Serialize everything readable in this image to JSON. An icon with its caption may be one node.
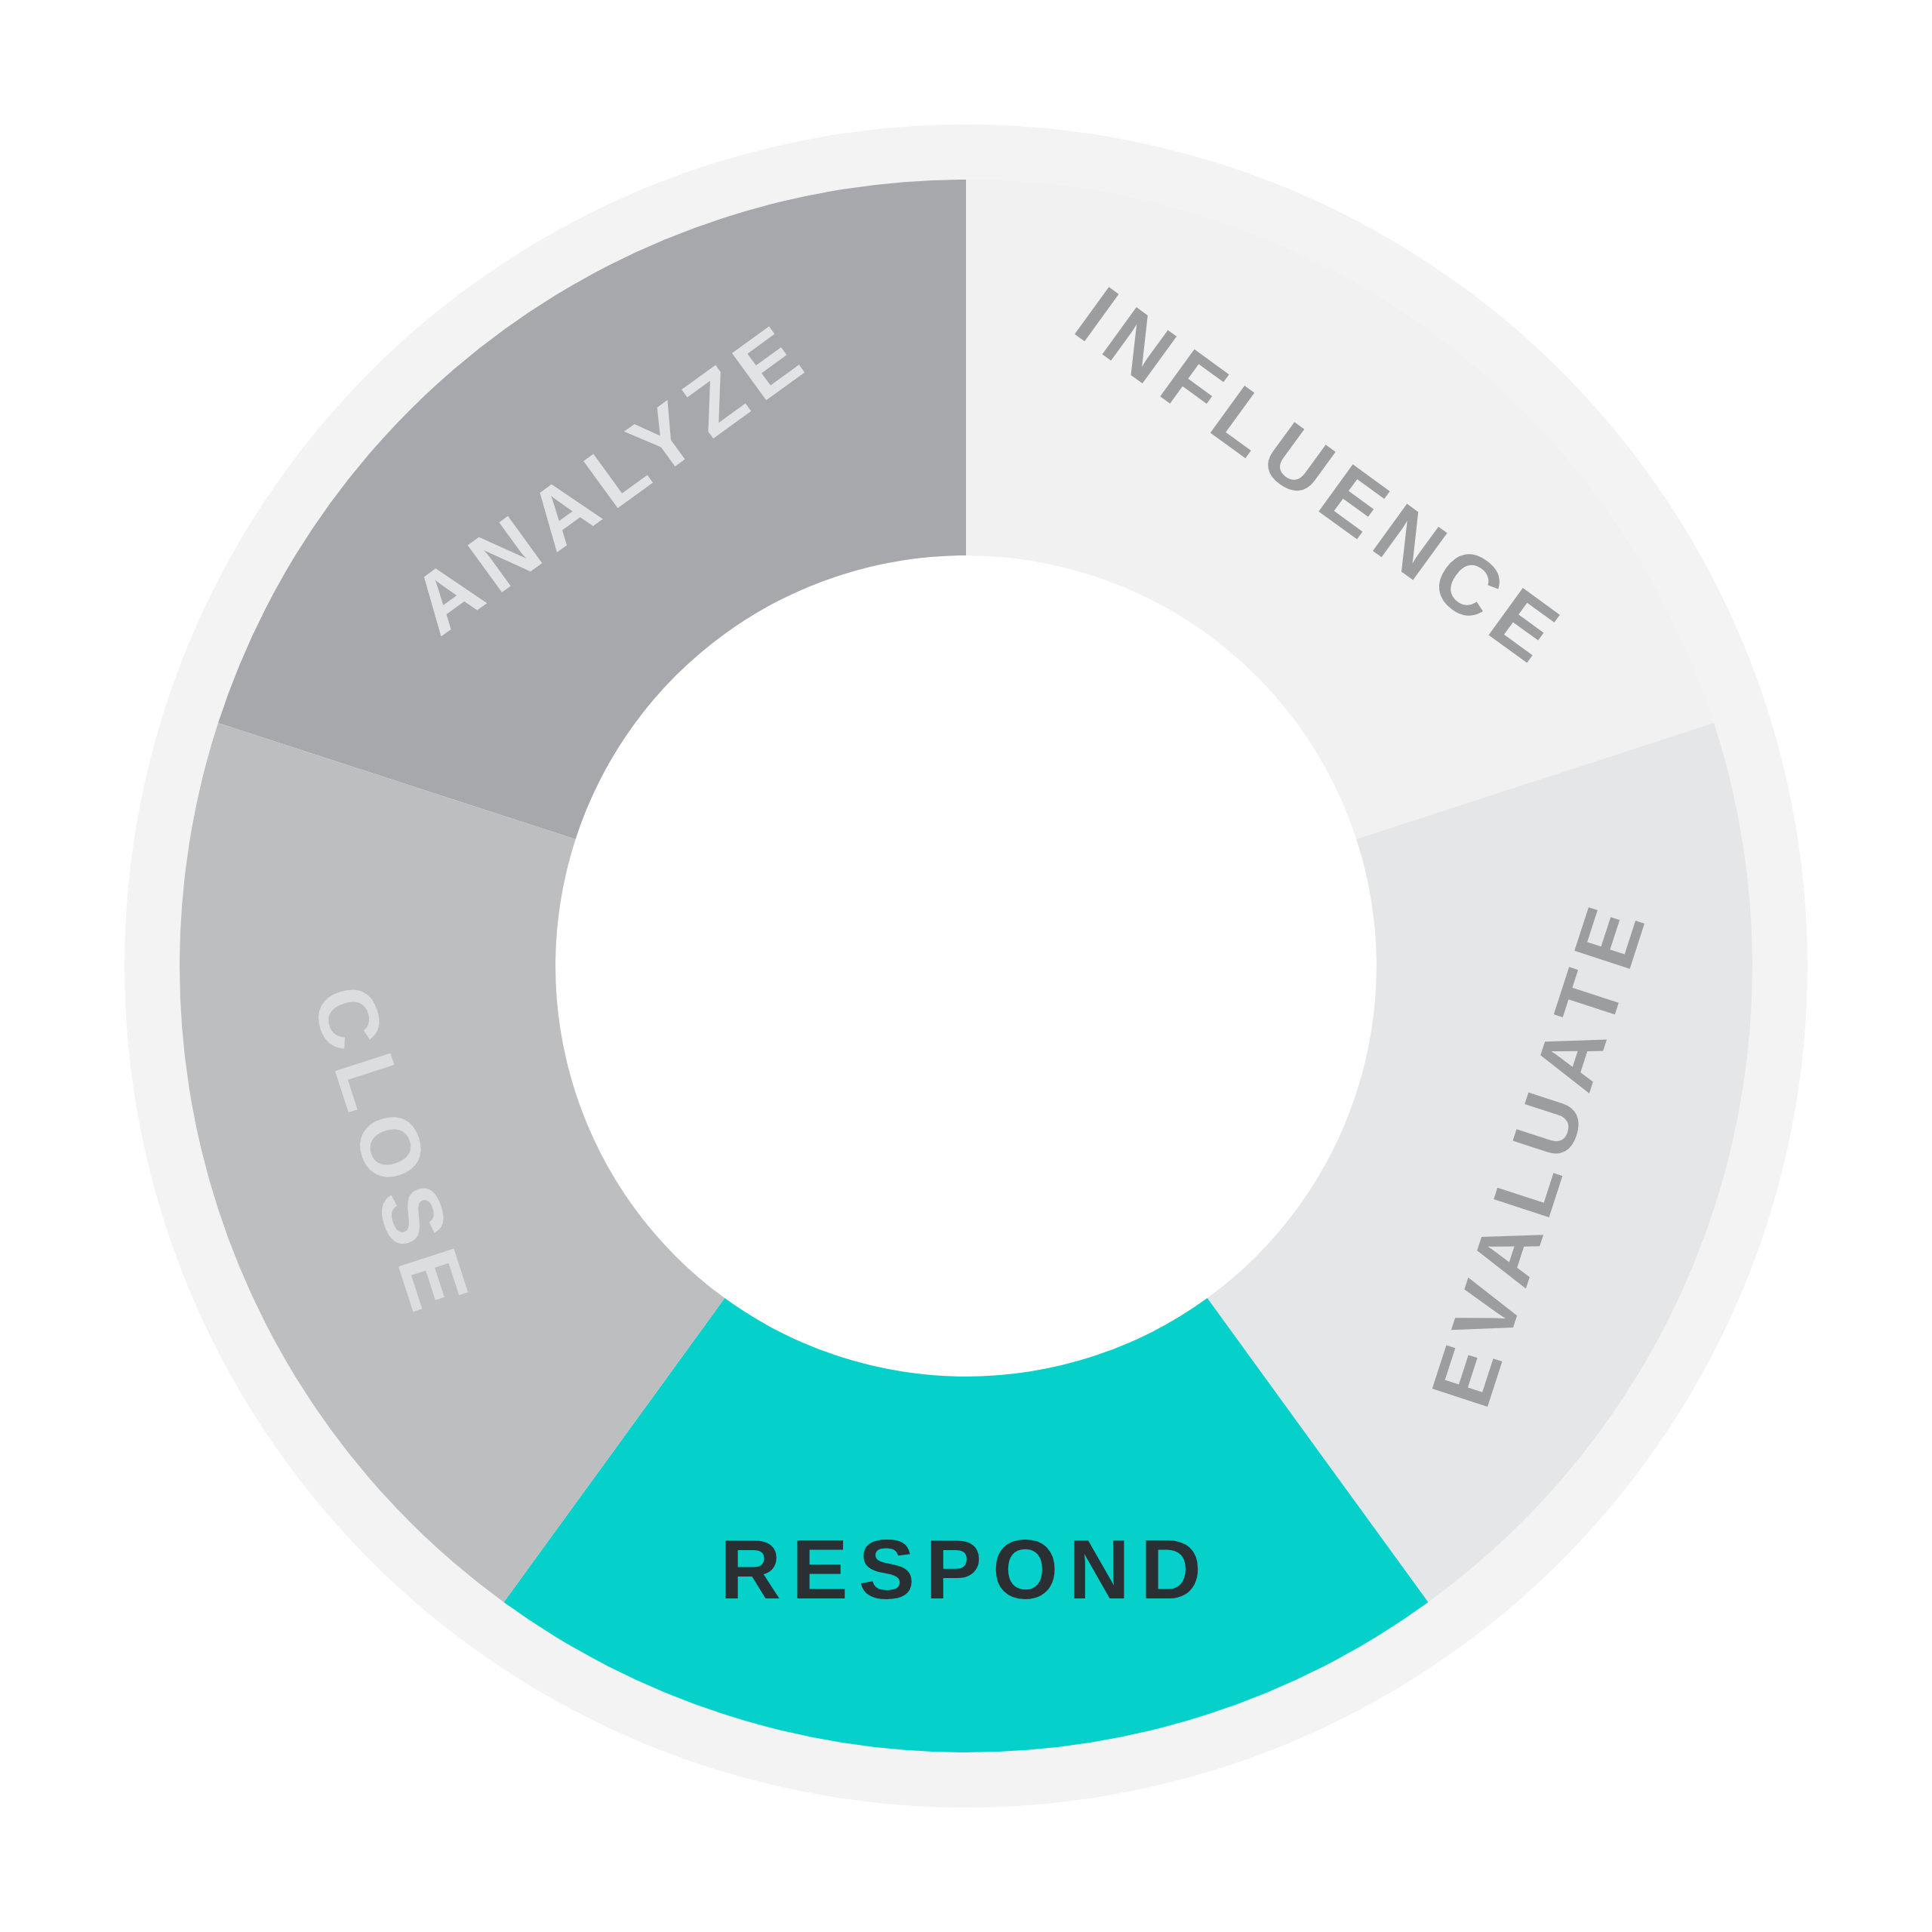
{
  "diagram": {
    "nodes": [
      {
        "text": [
          "ANALYZE"
        ]
      },
      {
        "text": [
          "INFLUENCE"
        ]
      },
      {
        "text": [
          "EVALUATE"
        ]
      },
      {
        "text": [
          "RESPOND"
        ]
      },
      {
        "text": [
          "CLOSE"
        ]
      }
    ]
  }
}
